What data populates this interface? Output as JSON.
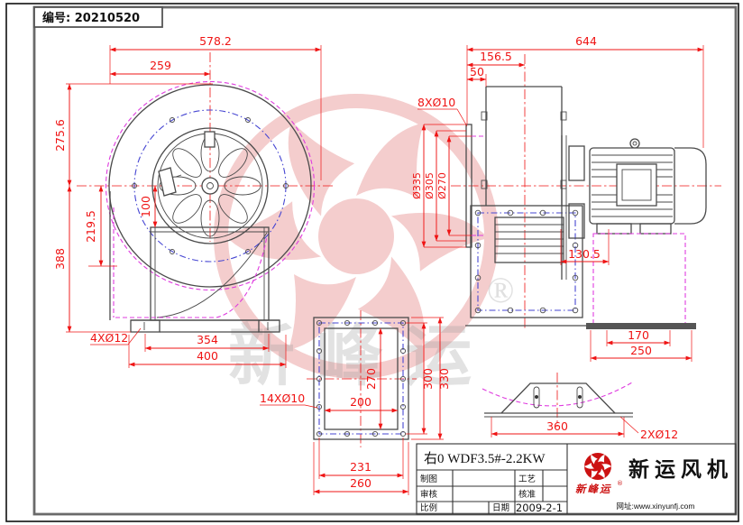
{
  "header": {
    "doc_no": "编号: 20210520"
  },
  "dims": {
    "front": {
      "overall_width": "578.2",
      "center_offset": "259",
      "top_to_axis": "275.6",
      "axis_to_base": "388",
      "axis_to_hole": "219.5",
      "axis_to_outlet": "100",
      "foot_holes": "4XØ12",
      "foot_span": "354",
      "base_width": "400"
    },
    "side": {
      "overall_length": "644",
      "axis_offset": "156.5",
      "flange_depth": "50",
      "inlet_holes": "8XØ10",
      "inlet_od": "Ø335",
      "bolt_circle": "Ø305",
      "inlet_id": "Ø270",
      "motor_foot_offset": "130.5",
      "support_top": "170",
      "support_base": "250"
    },
    "flange": {
      "holes": "14XØ10",
      "opening_width": "200",
      "opening_height": "270",
      "bolt_height": "300",
      "overall_height": "330",
      "bolt_width": "231",
      "overall_width": "260"
    },
    "base": {
      "width": "360",
      "holes": "2XØ12"
    }
  },
  "title_block": {
    "model": "右0 WDF3.5#-2.2KW",
    "drawn_label": "制图",
    "process_label": "工艺",
    "checked_label": "审核",
    "approved_label": "核准",
    "scale_label": "比例",
    "date_label": "日期",
    "date_value": "2009-2-1",
    "brand_name": "新运风机",
    "brand_script": "新峰运",
    "reg_mark": "®",
    "website": "网址:www.xinyunfj.com"
  },
  "watermark": {
    "script": "新峰运",
    "reg": "®"
  },
  "colors": {
    "dimension": "#ef1414",
    "linework": "#4a4a4a",
    "phantom_magenta": "#df3cdf",
    "bolt_blue": "#4646d2",
    "brand_red": "#cc1212",
    "watermark_pink": "#f4cdcd"
  }
}
